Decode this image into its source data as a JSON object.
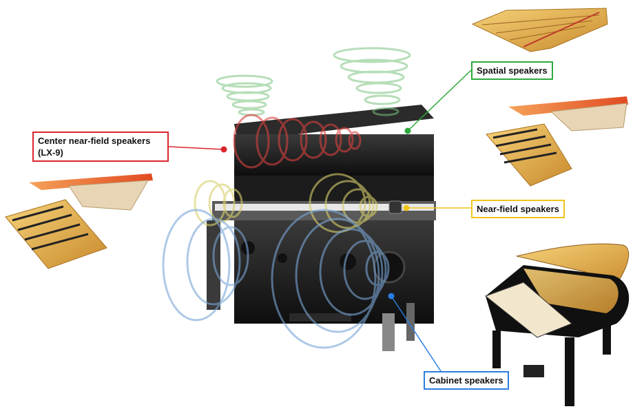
{
  "labels": {
    "center": "Center near-field speakers (LX-9)",
    "spatial": "Spatial speakers",
    "nearfield": "Near-field speakers",
    "cabinet": "Cabinet speakers"
  },
  "colors": {
    "center": "#d9262b",
    "spatial": "#2eaa3c",
    "nearfield": "#f0c419",
    "cabinet": "#2a7de1",
    "piano_body": "#1a1a1a",
    "wood": "#e6b04c",
    "lid_orange": "#e9562a"
  },
  "icons": [
    "upright-piano-illustration",
    "grand-piano-illustration",
    "piano-action-illustration"
  ]
}
